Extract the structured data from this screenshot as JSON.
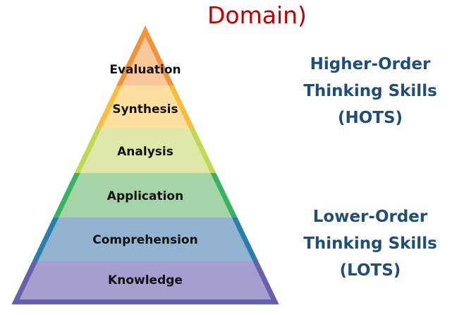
{
  "title": "Domain)",
  "levels": [
    {
      "label": "Evaluation",
      "fill": "#f8c89a",
      "edge": "#f39339"
    },
    {
      "label": "Synthesis",
      "fill": "#fde0a0",
      "edge": "#fbbd3d"
    },
    {
      "label": "Analysis",
      "fill": "#dfe8a8",
      "edge": "#c0d94e"
    },
    {
      "label": "Application",
      "fill": "#a4d4a8",
      "edge": "#35b45f"
    },
    {
      "label": "Comprehension",
      "fill": "#92b3d2",
      "edge": "#2680ab"
    },
    {
      "label": "Knowledge",
      "fill": "#a59fcf",
      "edge": "#6661aa"
    }
  ],
  "hots": {
    "line1": "Higher-Order",
    "line2": "Thinking Skills",
    "line3": "(HOTS)"
  },
  "lots": {
    "line1": "Lower-Order",
    "line2": "Thinking Skills",
    "line3": "(LOTS)"
  }
}
